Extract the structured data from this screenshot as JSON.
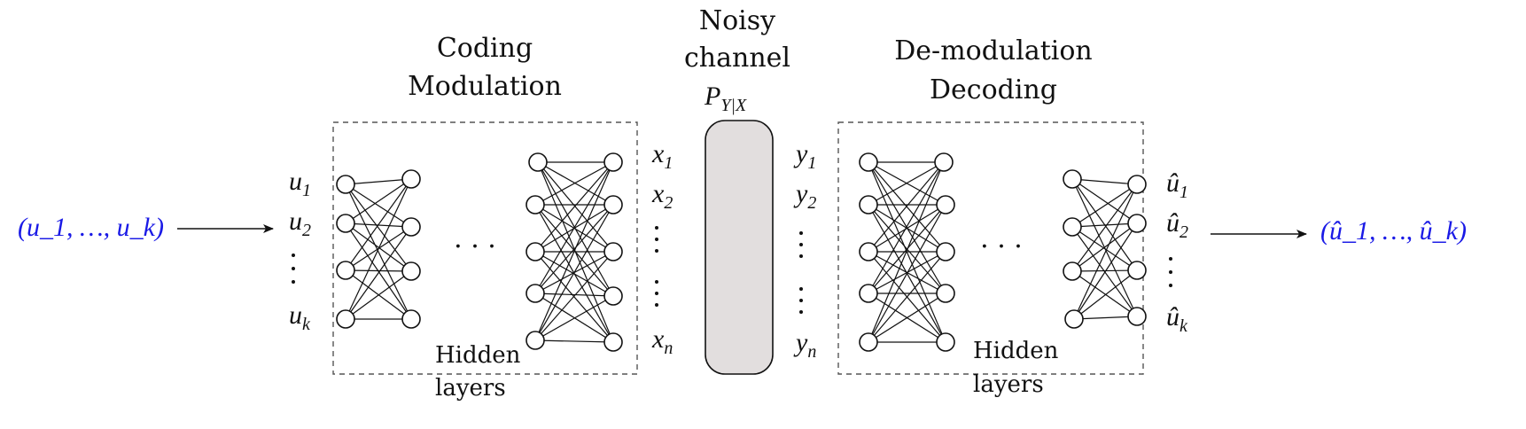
{
  "input_label": "(u_1, …, u_k)",
  "output_label": "(û_1, …, û_k)",
  "encoder": {
    "title_line1": "Coding",
    "title_line2": "Modulation",
    "hidden_line1": "Hidden",
    "hidden_line2": "layers",
    "ellipsis": "· · ·",
    "inputs": [
      "u",
      "u",
      "u"
    ],
    "input_subs": [
      "1",
      "2",
      "k"
    ],
    "outputs": [
      "x",
      "x",
      "x"
    ],
    "output_subs": [
      "1",
      "2",
      "n"
    ]
  },
  "channel": {
    "line1": "Noisy",
    "line2": "channel",
    "symbol": "P",
    "symbol_sub": "Y|X"
  },
  "decoder": {
    "title_line1": "De-modulation",
    "title_line2": "Decoding",
    "hidden_line1": "Hidden",
    "hidden_line2": "layers",
    "ellipsis": "· · ·",
    "inputs": [
      "y",
      "y",
      "y"
    ],
    "input_subs": [
      "1",
      "2",
      "n"
    ],
    "outputs": [
      "û",
      "û",
      "û"
    ],
    "output_subs": [
      "1",
      "2",
      "k"
    ]
  },
  "colors": {
    "accent_blue": "#1a1ae6",
    "channel_fill": "#e2dede"
  }
}
